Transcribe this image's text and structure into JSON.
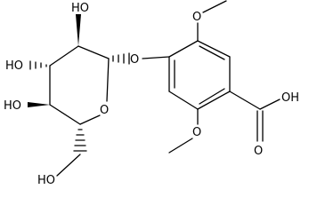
{
  "molecule": {
    "atom_labels": {
      "ho_top": "HO",
      "ho_left": "HO",
      "ho_lower": "HO",
      "ho_bottom": "HO",
      "ring_oxygen": "O",
      "glycosidic_oxygen": "O",
      "acid_oh": "OH",
      "acid_carbonyl_o": "O",
      "methoxy_top_o": "O",
      "methoxy_bottom_o": "O"
    }
  }
}
